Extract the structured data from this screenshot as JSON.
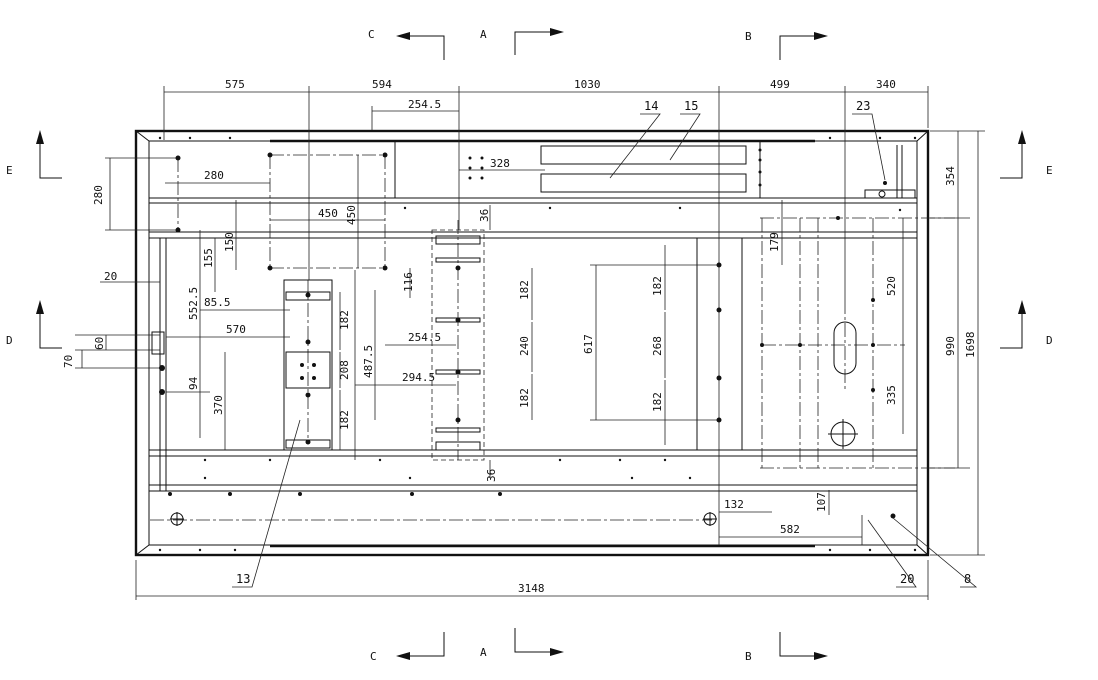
{
  "section_markers": {
    "c": "C",
    "a": "A",
    "b": "B",
    "e": "E",
    "d": "D"
  },
  "dims": {
    "top_575": "575",
    "top_594": "594",
    "top_1030": "1030",
    "top_499": "499",
    "top_340": "340",
    "d_254_5_top": "254.5",
    "d_328": "328",
    "d_280_v": "280",
    "d_280_h": "280",
    "d_450_h": "450",
    "d_450_v": "450",
    "d_36_top": "36",
    "d_36_bottom": "36",
    "d_155": "155",
    "d_150": "150",
    "d_20_left": "20",
    "d_552_5": "552.5",
    "d_85_5": "85.5",
    "d_116": "116",
    "d_570": "570",
    "d_60": "60",
    "d_70": "70",
    "d_94": "94",
    "d_370": "370",
    "d_182_a": "182",
    "d_208": "208",
    "d_182_b": "182",
    "d_487_5": "487.5",
    "d_254_5_mid": "254.5",
    "d_294_5": "294.5",
    "d_182_c": "182",
    "d_240": "240",
    "d_182_d": "182",
    "d_617": "617",
    "d_182_e": "182",
    "d_268": "268",
    "d_182_f": "182",
    "d_179": "179",
    "d_520": "520",
    "d_335": "335",
    "d_354": "354",
    "d_990": "990",
    "d_1698": "1698",
    "d_132": "132",
    "d_107": "107",
    "d_582": "582",
    "d_3148": "3148"
  },
  "balloons": {
    "b14": "14",
    "b15": "15",
    "b23": "23",
    "b13": "13",
    "b20": "20",
    "b8": "8"
  }
}
